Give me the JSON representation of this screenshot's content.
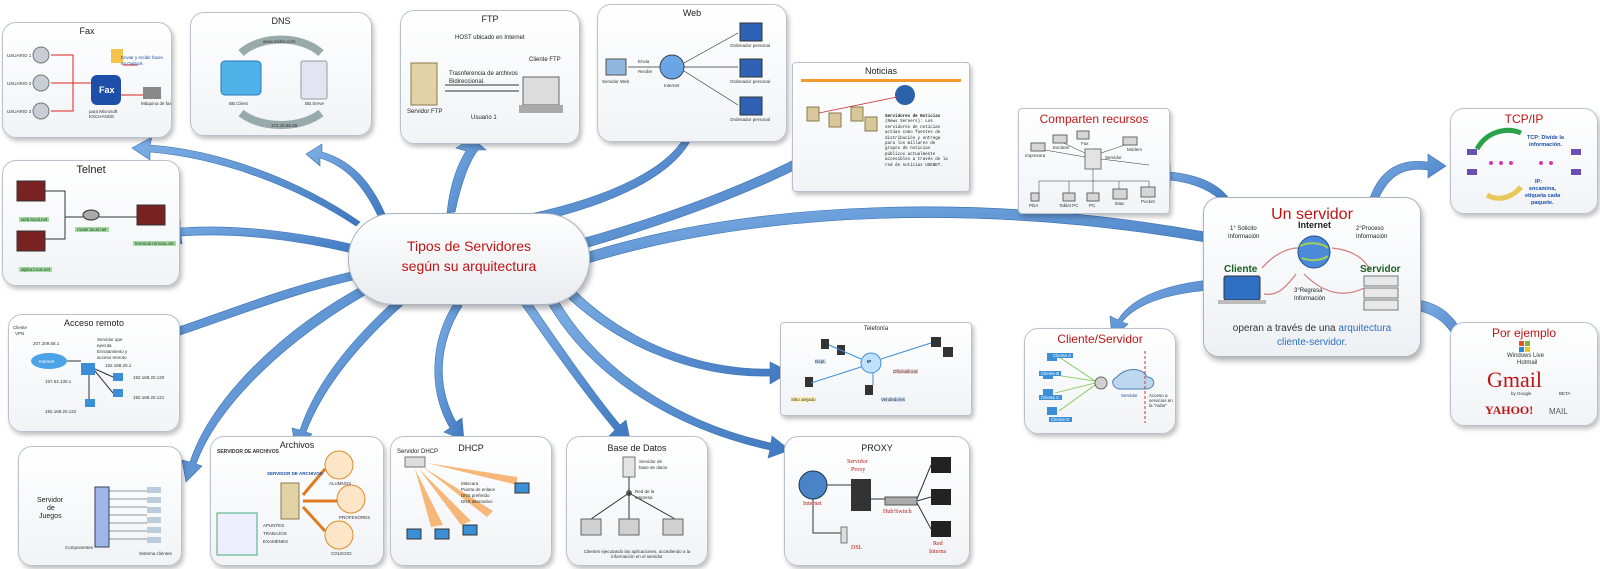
{
  "center": {
    "line1": "Tipos de Servidores",
    "line2": "según su arquitectura"
  },
  "hub": {
    "title": "Un servidor",
    "internet": "Internet",
    "cliente": "Cliente",
    "servidor": "Servidor",
    "step1a": "1° Solicito",
    "step1b": "Información",
    "step2a": "2°Proceso",
    "step2b": "Información",
    "step3a": "3°Regresa",
    "step3b": "Información",
    "caption_plain": "operan a través de una ",
    "caption_link1": "arquitectura",
    "caption_link2": "cliente-servidor."
  },
  "fax": {
    "title": "Fax",
    "u1": "USUARIO 1",
    "u2": "USUARIO 2",
    "u3": "USUARIO 3",
    "brand": "Fax",
    "product": "para Microsoft EXCHANGE",
    "note1": "Enviar y recibir faxes",
    "note2": "en Outlook",
    "machine": "Máquina de fax"
  },
  "dns": {
    "title": "DNS",
    "top": "www.midns.com",
    "client": "BB.Client",
    "server": "BB.Serve",
    "bottom": "172.16.65.08"
  },
  "ftp": {
    "title": "FTP",
    "host": "HOST ubicado en Internet",
    "client": "Cliente FTP",
    "transfer1": "Trasnferencia de archivos",
    "transfer2": "Bidireccional.",
    "server": "Servidor FTP",
    "user": "Usuario 1"
  },
  "web": {
    "title": "Web",
    "server": "Servidor Web",
    "internet": "Internet",
    "envia": "Envia",
    "recibe": "Recibe",
    "pc": "Ordenador personal"
  },
  "noticias": {
    "title": "Noticias",
    "body": [
      "Servidores de Noticias",
      "(News Servers): Los",
      "servidores de noticias",
      "actúan como fuentes de",
      "distribución y entrega",
      "para los millares de",
      "grupos de noticias",
      "públicos actualmente",
      "accesibles a través de la",
      "red de noticias USENET."
    ]
  },
  "telnet": {
    "title": "Telnet",
    "host1": "web.local.net",
    "host2": "alpha.local.net",
    "router": "router.local.net",
    "remote": "terminal.remoto.net"
  },
  "remoto": {
    "title": "Acceso remoto",
    "client": "Cliente",
    "vpn": "VPN",
    "ip1": "207.209.68.1",
    "internet": "Internet",
    "desc1": "Servidor que",
    "desc2": "ejecuta",
    "desc3": "Enrutamiento y",
    "desc4": "acceso remoto",
    "ip2": "192.168.20.1",
    "ip3": "157.54.130.1",
    "ip4": "192.168.20.120",
    "ip5": "192.168.20.121",
    "ip6": "192.168.20.122"
  },
  "juegos": {
    "server1": "Servidor",
    "server2": "de",
    "server3": "Juegos",
    "clients": "Sistema clientes",
    "note": "Componentes"
  },
  "archivos": {
    "title": "Archivos",
    "heading": "SERVIDOR DE ARCHIVOS",
    "center": "SERVIDOR DE ARCHIVOS",
    "files": [
      "APUNTES",
      "TRABAJOS",
      "EXAMENES"
    ],
    "users": [
      "ALUMNOS",
      "PROFESORES",
      "COLEGIO"
    ]
  },
  "dhcp": {
    "title": "DHCP",
    "server": "Servidor DHCP",
    "lines": [
      "Máscara",
      "Puerta de enlace",
      "DNS preferido",
      "DNS alternativo"
    ]
  },
  "bd": {
    "title": "Base de Datos",
    "srv1": "Servidor de",
    "srv2": "base de datos",
    "net1": "Red de la",
    "net2": "empresa",
    "foot": "Clientes ejecutando las aplicaciones, accediendo a la información en el servidor"
  },
  "telefonia": {
    "title": "Telefonía",
    "ip": "IP",
    "labels": [
      "Dept.",
      "Oficina/local",
      "Sitio alejado",
      "Vendedores"
    ]
  },
  "proxy": {
    "title": "PROXY",
    "internet": "Internet",
    "server1": "Servidor",
    "server2": "Proxy",
    "hub": "Hub/Switch",
    "dsl": "DSL",
    "red1": "Red",
    "red2": "Interna"
  },
  "recursos": {
    "title": "Comparten recursos",
    "items": [
      "Impresora",
      "Escáner",
      "Fax",
      "Servidor",
      "Módem",
      "PDA",
      "Tablet PC",
      "PC",
      "iMac",
      "Pocket"
    ]
  },
  "cs": {
    "title": "Cliente/Servidor",
    "clients": [
      "Cliente A",
      "Cliente B",
      "Cliente C",
      "Cliente D"
    ],
    "srv": "Servidor",
    "ext": "Acceso a servicios en la \"nube\""
  },
  "tcp": {
    "title": "TCP/IP",
    "t1": "TCP: Divide la",
    "t2": "información.",
    "i1": "IP:",
    "i2": "encamina,",
    "i3": "etiqueta cada",
    "i4": "paquete."
  },
  "ejemplo": {
    "title": "Por ejemplo",
    "wl1": "Windows Live",
    "wl2": "Hotmail",
    "gmail": "Gmail",
    "bygoogle": "by Google",
    "beta": "BETA",
    "yahoo": "YAHOO!",
    "mail": "MAIL"
  },
  "colors": {
    "accent_red": "#c01414",
    "arrow_blue": "#5b8fcf",
    "link_blue": "#2a6fc4"
  }
}
